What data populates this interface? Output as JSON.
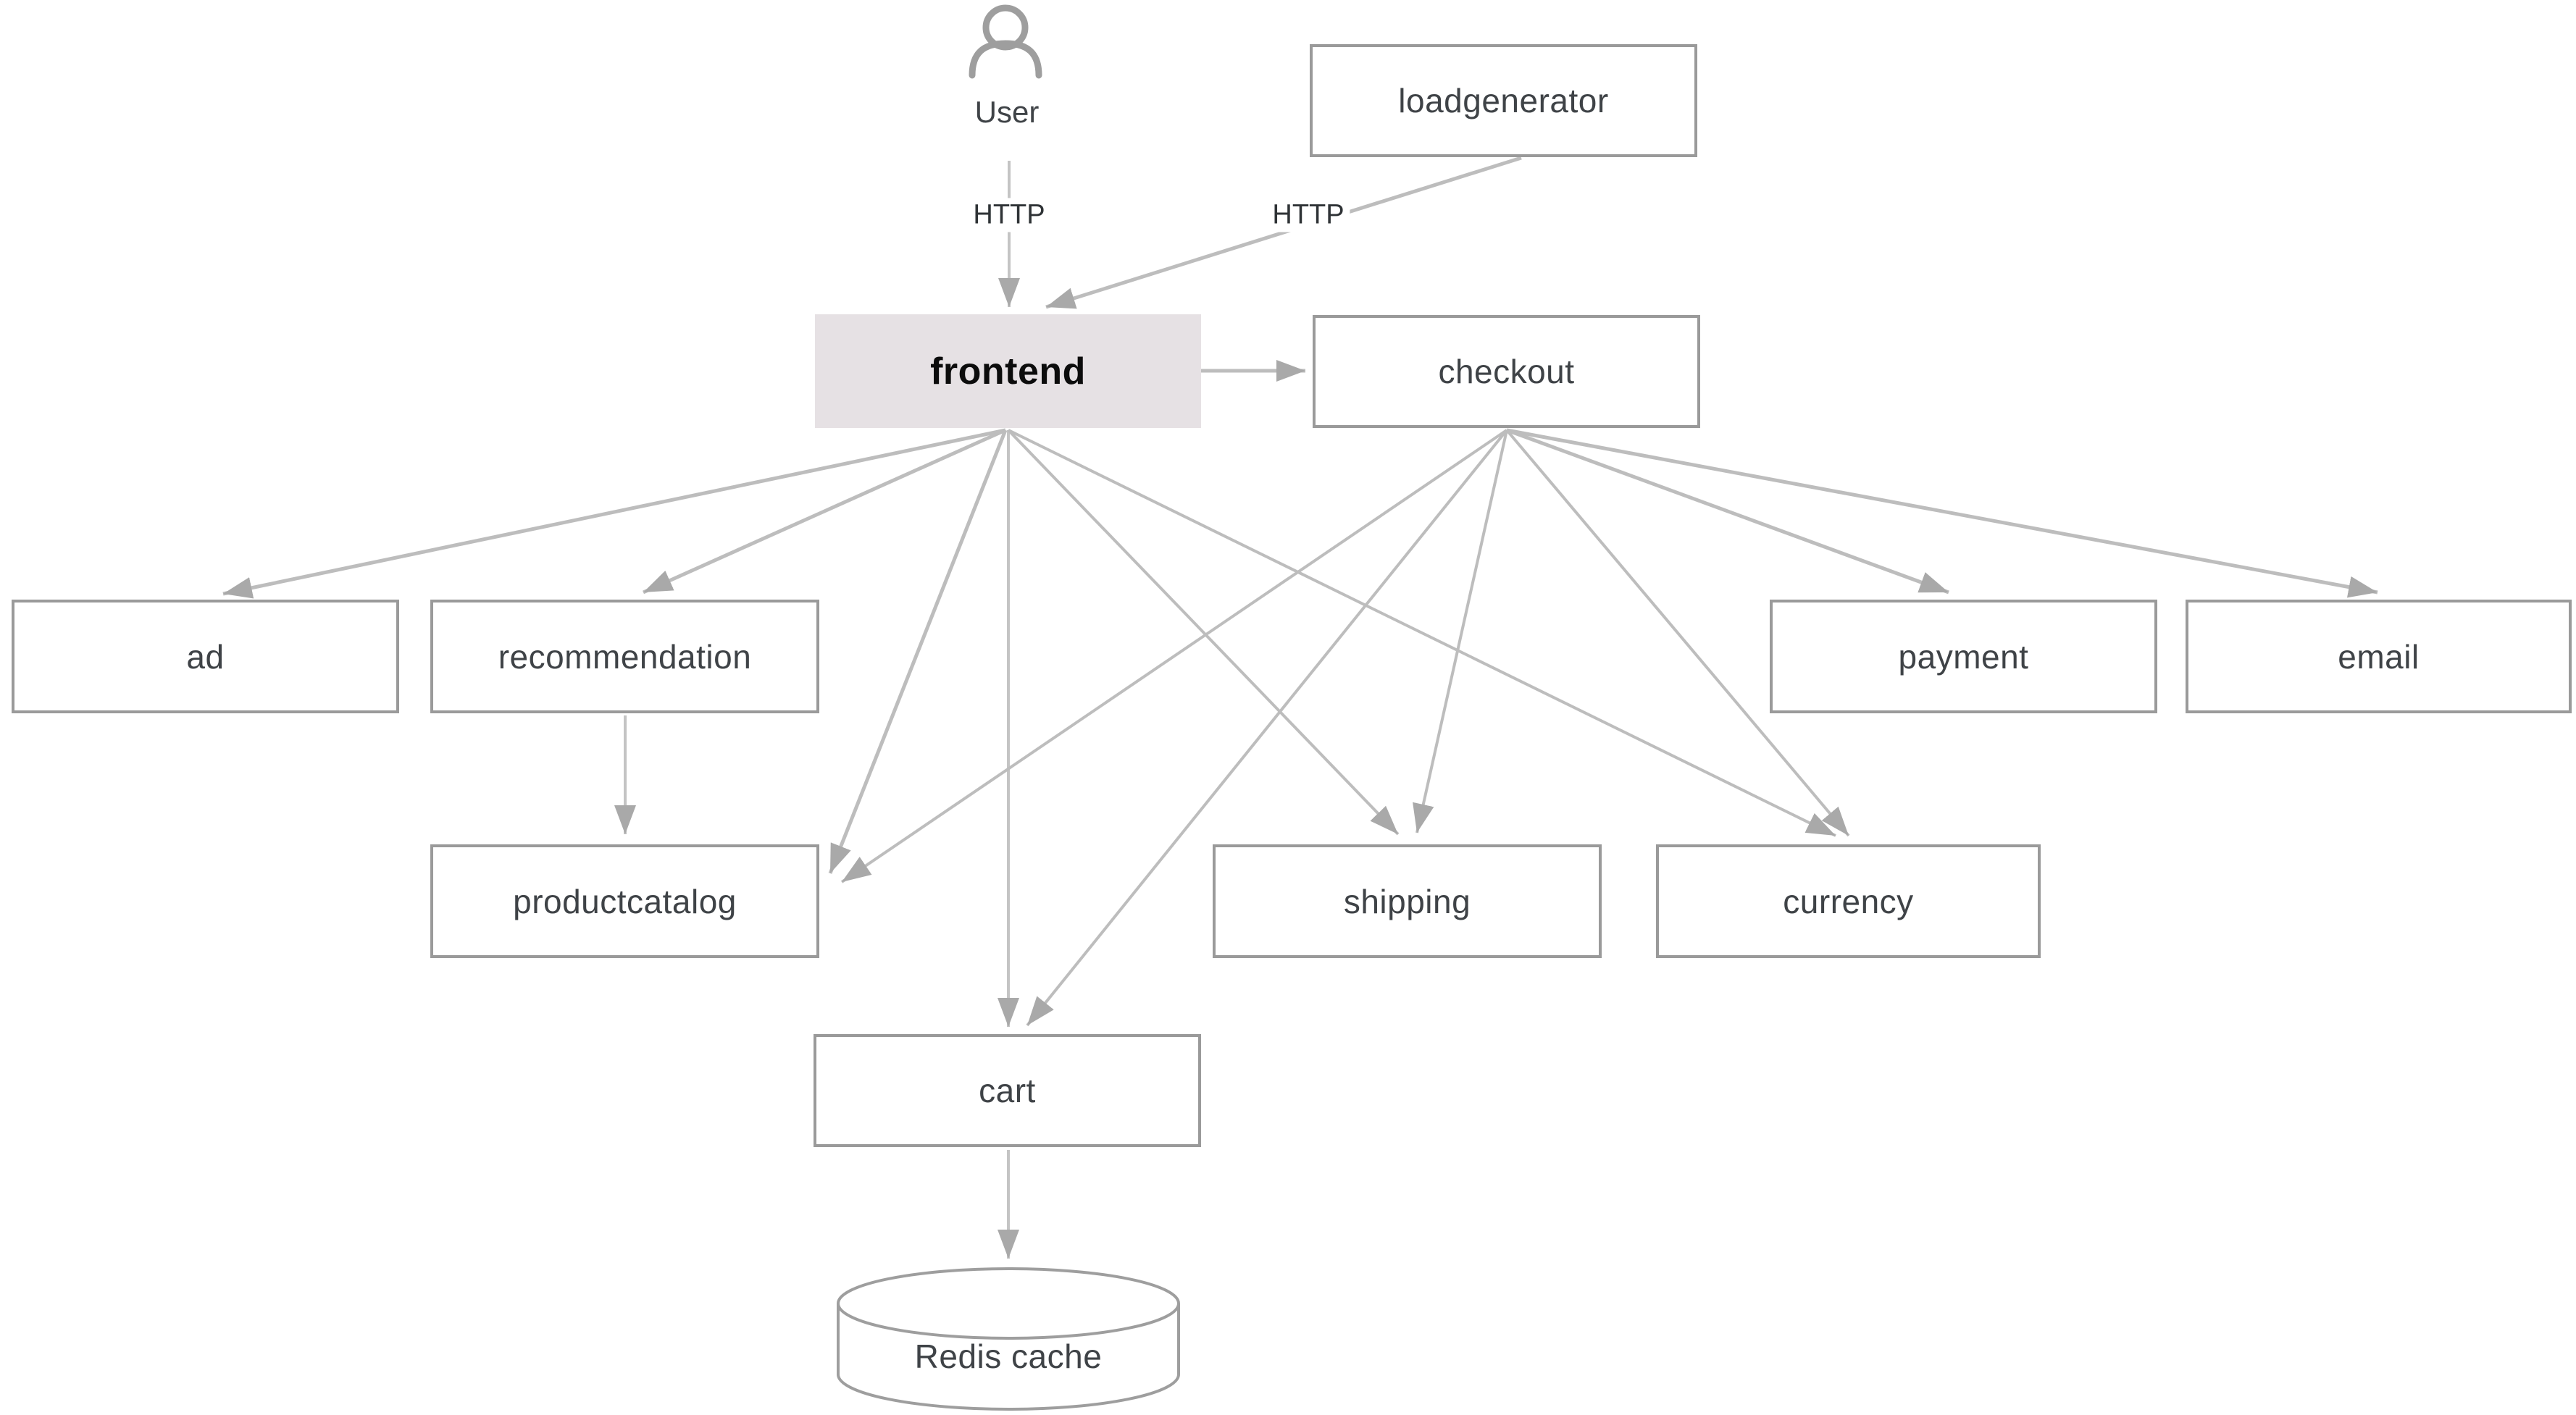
{
  "diagram": {
    "title_hint": "microservices architecture diagram",
    "user": {
      "label": "User"
    },
    "nodes": {
      "loadgenerator": {
        "label": "loadgenerator"
      },
      "frontend": {
        "label": "frontend",
        "highlighted": true
      },
      "checkout": {
        "label": "checkout"
      },
      "ad": {
        "label": "ad"
      },
      "recommendation": {
        "label": "recommendation"
      },
      "payment": {
        "label": "payment"
      },
      "email": {
        "label": "email"
      },
      "productcatalog": {
        "label": "productcatalog"
      },
      "shipping": {
        "label": "shipping"
      },
      "currency": {
        "label": "currency"
      },
      "cart": {
        "label": "cart"
      },
      "redis": {
        "label": "Redis cache"
      }
    },
    "edges": [
      {
        "from": "User",
        "to": "frontend",
        "label": "HTTP"
      },
      {
        "from": "loadgenerator",
        "to": "frontend",
        "label": "HTTP"
      },
      {
        "from": "frontend",
        "to": "checkout"
      },
      {
        "from": "frontend",
        "to": "ad"
      },
      {
        "from": "frontend",
        "to": "recommendation"
      },
      {
        "from": "frontend",
        "to": "productcatalog"
      },
      {
        "from": "frontend",
        "to": "cart"
      },
      {
        "from": "frontend",
        "to": "shipping"
      },
      {
        "from": "frontend",
        "to": "currency"
      },
      {
        "from": "checkout",
        "to": "productcatalog"
      },
      {
        "from": "checkout",
        "to": "cart"
      },
      {
        "from": "checkout",
        "to": "shipping"
      },
      {
        "from": "checkout",
        "to": "currency"
      },
      {
        "from": "checkout",
        "to": "payment"
      },
      {
        "from": "checkout",
        "to": "email"
      },
      {
        "from": "recommendation",
        "to": "productcatalog"
      },
      {
        "from": "cart",
        "to": "redis"
      }
    ],
    "colors": {
      "frontend_fill": "#e6e1e4",
      "box_border": "#9a9a9a",
      "arrow_line": "#bdbdbd",
      "arrow_head": "#a9a9a9",
      "text": "#3f4347",
      "frontend_text": "#0c0c0c",
      "background": "#ffffff"
    }
  }
}
